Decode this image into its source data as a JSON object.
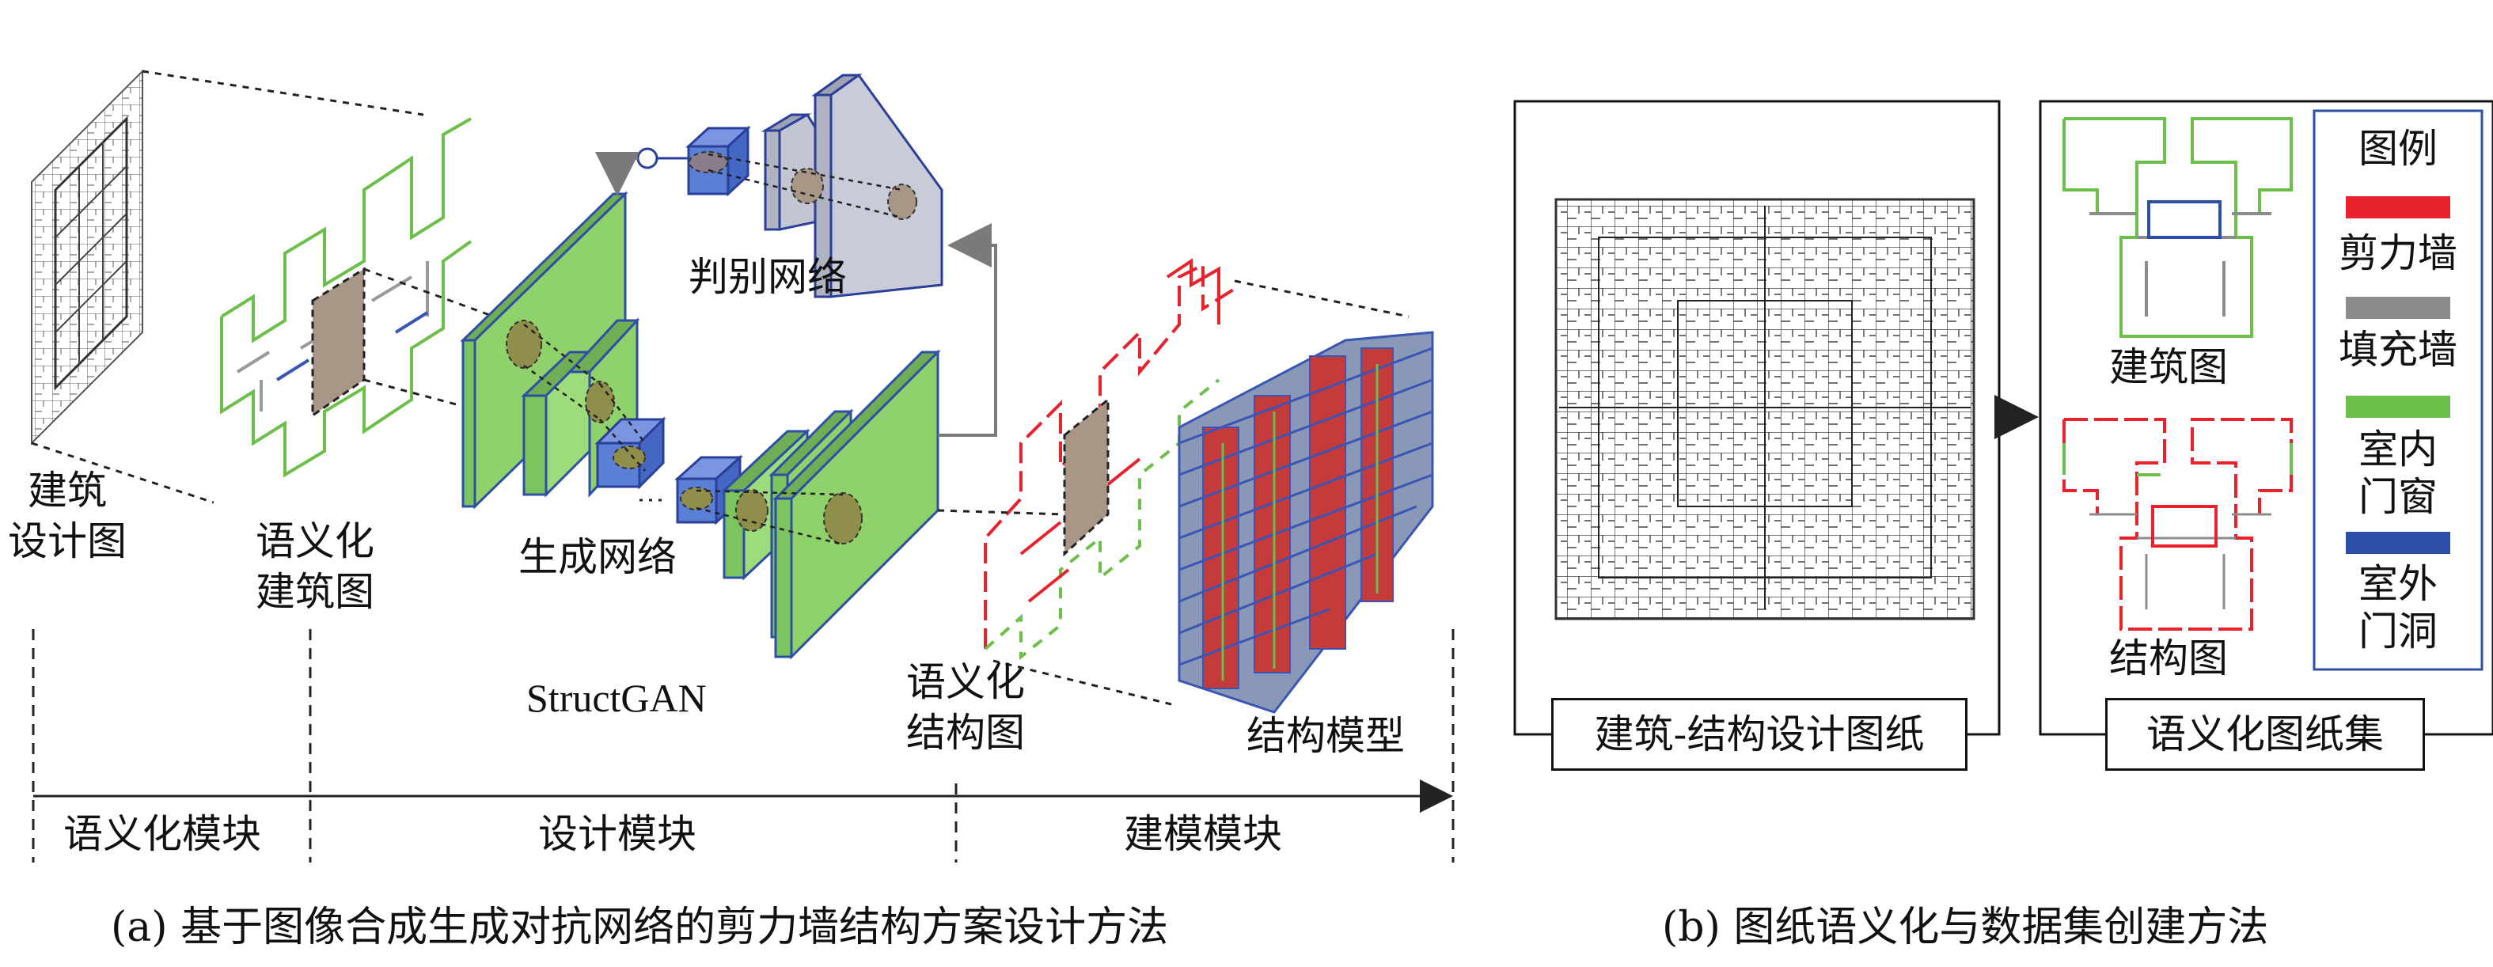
{
  "panel_a": {
    "caption": "(a) 基于图像合成生成对抗网络的剪力墙结构方案设计方法",
    "labels": {
      "arch_drawing": "建筑\n设计图",
      "semantic_arch": "语义化\n建筑图",
      "generator": "生成网络",
      "discriminator": "判别网络",
      "model_name": "StructGAN",
      "semantic_struct": "语义化\n结构图",
      "struct_model": "结构模型"
    },
    "modules": [
      "语义化模块",
      "设计模块",
      "建模模块"
    ]
  },
  "panel_b": {
    "caption": "(b) 图纸语义化与数据集创建方法",
    "box1_title": "建筑-结构设计图纸",
    "box2_title": "语义化图纸集",
    "arch_label": "建筑图",
    "struct_label": "结构图",
    "legend": {
      "title": "图例",
      "items": [
        {
          "label": "剪力墙",
          "color": "#e8222c"
        },
        {
          "label": "填充墙",
          "color": "#8c8c8c"
        },
        {
          "label": "室内\n门窗",
          "color": "#6cc04a"
        },
        {
          "label": "室外\n门洞",
          "color": "#2e4fa8"
        }
      ]
    }
  },
  "colors": {
    "green_fill": "#8fd16a",
    "green_stroke": "#2e7a2e",
    "blue_fill": "#5a7fd6",
    "blue_stroke": "#2a3f9a",
    "gray_fill": "#b9bcc8",
    "brown": "#a89686"
  }
}
